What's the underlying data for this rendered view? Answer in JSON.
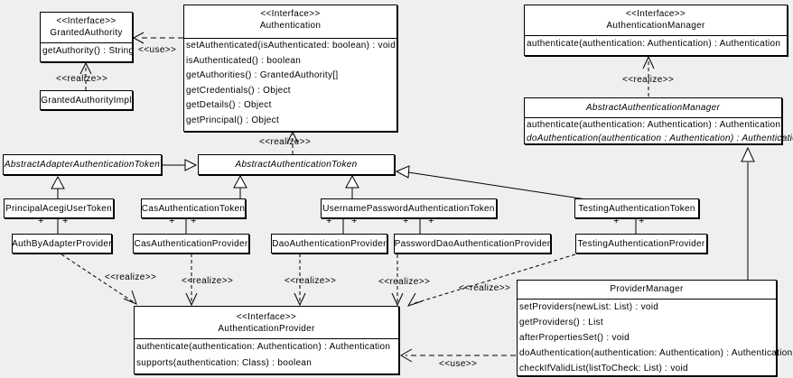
{
  "diagram": {
    "background_color": "#efefef",
    "box_fill": "#ffffff",
    "line_color": "#000000",
    "labels": {
      "use": "<<use>>",
      "realize": "<<realize>>",
      "plus": "+"
    }
  },
  "classes": {
    "granted_authority": {
      "stereotype": "<<Interface>>",
      "name": "GrantedAuthority",
      "methods": [
        "getAuthority() : String"
      ]
    },
    "granted_authority_impl": {
      "name": "GrantedAuthorityImpl"
    },
    "authentication": {
      "stereotype": "<<Interface>>",
      "name": "Authentication",
      "methods": [
        "setAuthenticated(isAuthenticated: boolean) : void",
        "isAuthenticated() : boolean",
        "getAuthorities() : GrantedAuthority[]",
        "getCredentials() : Object",
        "getDetails() : Object",
        "getPrincipal() : Object"
      ]
    },
    "authentication_manager": {
      "stereotype": "<<Interface>>",
      "name": "AuthenticationManager",
      "methods": [
        "authenticate(authentication: Authentication) : Authentication"
      ]
    },
    "abstract_authentication_manager": {
      "name": "AbstractAuthenticationManager",
      "methods": [
        "authenticate(authentication: Authentication) : Authentication",
        "doAuthentication(authentication : Authentication) : Authentication"
      ]
    },
    "abstract_adapter_authentication_token": {
      "name": "AbstractAdapterAuthenticationToken"
    },
    "abstract_authentication_token": {
      "name": "AbstractAuthenticationToken"
    },
    "principal_acegi_user_token": {
      "name": "PrincipalAcegiUserToken"
    },
    "cas_authentication_token": {
      "name": "CasAuthenticationToken"
    },
    "username_password_authentication_token": {
      "name": "UsernamePasswordAuthenticationToken"
    },
    "testing_authentication_token": {
      "name": "TestingAuthenticationToken"
    },
    "auth_by_adapter_provider": {
      "name": "AuthByAdapterProvider"
    },
    "cas_authentication_provider": {
      "name": "CasAuthenticationProvider"
    },
    "dao_authentication_provider": {
      "name": "DaoAuthenticationProvider"
    },
    "password_dao_authentication_provider": {
      "name": "PasswordDaoAuthenticationProvider"
    },
    "testing_authentication_provider": {
      "name": "TestingAuthenticationProvider"
    },
    "authentication_provider": {
      "stereotype": "<<Interface>>",
      "name": "AuthenticationProvider",
      "methods": [
        "authenticate(authentication: Authentication) : Authentication",
        "supports(authentication: Class) : boolean"
      ]
    },
    "provider_manager": {
      "name": "ProviderManager",
      "methods": [
        "setProviders(newList: List) : void",
        "getProviders() : List",
        "afterPropertiesSet() : void",
        "doAuthentication(authentication: Authentication) : Authentication",
        "checkIfValidList(listToCheck: List) : void"
      ]
    }
  },
  "edges": [
    {
      "type": "use",
      "from": "Authentication",
      "to": "GrantedAuthority",
      "label": "<<use>>"
    },
    {
      "type": "realize",
      "from": "GrantedAuthorityImpl",
      "to": "GrantedAuthority",
      "label": "<<realize>>"
    },
    {
      "type": "realize",
      "from": "AbstractAuthenticationManager",
      "to": "AuthenticationManager",
      "label": "<<realize>>"
    },
    {
      "type": "realize",
      "from": "AbstractAuthenticationToken",
      "to": "Authentication",
      "label": "<<realize>>"
    },
    {
      "type": "generalize",
      "from": "AbstractAdapterAuthenticationToken",
      "to": "AbstractAuthenticationToken"
    },
    {
      "type": "generalize",
      "from": "PrincipalAcegiUserToken",
      "to": "AbstractAdapterAuthenticationToken"
    },
    {
      "type": "generalize",
      "from": "CasAuthenticationToken",
      "to": "AbstractAuthenticationToken"
    },
    {
      "type": "generalize",
      "from": "UsernamePasswordAuthenticationToken",
      "to": "AbstractAuthenticationToken"
    },
    {
      "type": "generalize",
      "from": "TestingAuthenticationToken",
      "to": "AbstractAuthenticationToken"
    },
    {
      "type": "generalize",
      "from": "ProviderManager",
      "to": "AbstractAuthenticationManager"
    },
    {
      "type": "association",
      "from": "PrincipalAcegiUserToken",
      "to": "AuthByAdapterProvider",
      "ends": "+ +"
    },
    {
      "type": "association",
      "from": "CasAuthenticationToken",
      "to": "CasAuthenticationProvider",
      "ends": "+ +"
    },
    {
      "type": "association",
      "from": "UsernamePasswordAuthenticationToken",
      "to": "DaoAuthenticationProvider",
      "ends": "+ +"
    },
    {
      "type": "association",
      "from": "UsernamePasswordAuthenticationToken",
      "to": "PasswordDaoAuthenticationProvider",
      "ends": "+ +"
    },
    {
      "type": "association",
      "from": "TestingAuthenticationToken",
      "to": "TestingAuthenticationProvider",
      "ends": "+ +"
    },
    {
      "type": "realize",
      "from": "AuthByAdapterProvider",
      "to": "AuthenticationProvider",
      "label": "<<realize>>"
    },
    {
      "type": "realize",
      "from": "CasAuthenticationProvider",
      "to": "AuthenticationProvider",
      "label": "<<realize>>"
    },
    {
      "type": "realize",
      "from": "DaoAuthenticationProvider",
      "to": "AuthenticationProvider",
      "label": "<<realize>>"
    },
    {
      "type": "realize",
      "from": "PasswordDaoAuthenticationProvider",
      "to": "AuthenticationProvider",
      "label": "<<realize>>"
    },
    {
      "type": "realize",
      "from": "TestingAuthenticationProvider",
      "to": "AuthenticationProvider",
      "label": "<<realize>>"
    },
    {
      "type": "use",
      "from": "ProviderManager",
      "to": "AuthenticationProvider",
      "label": "<<use>>"
    }
  ]
}
